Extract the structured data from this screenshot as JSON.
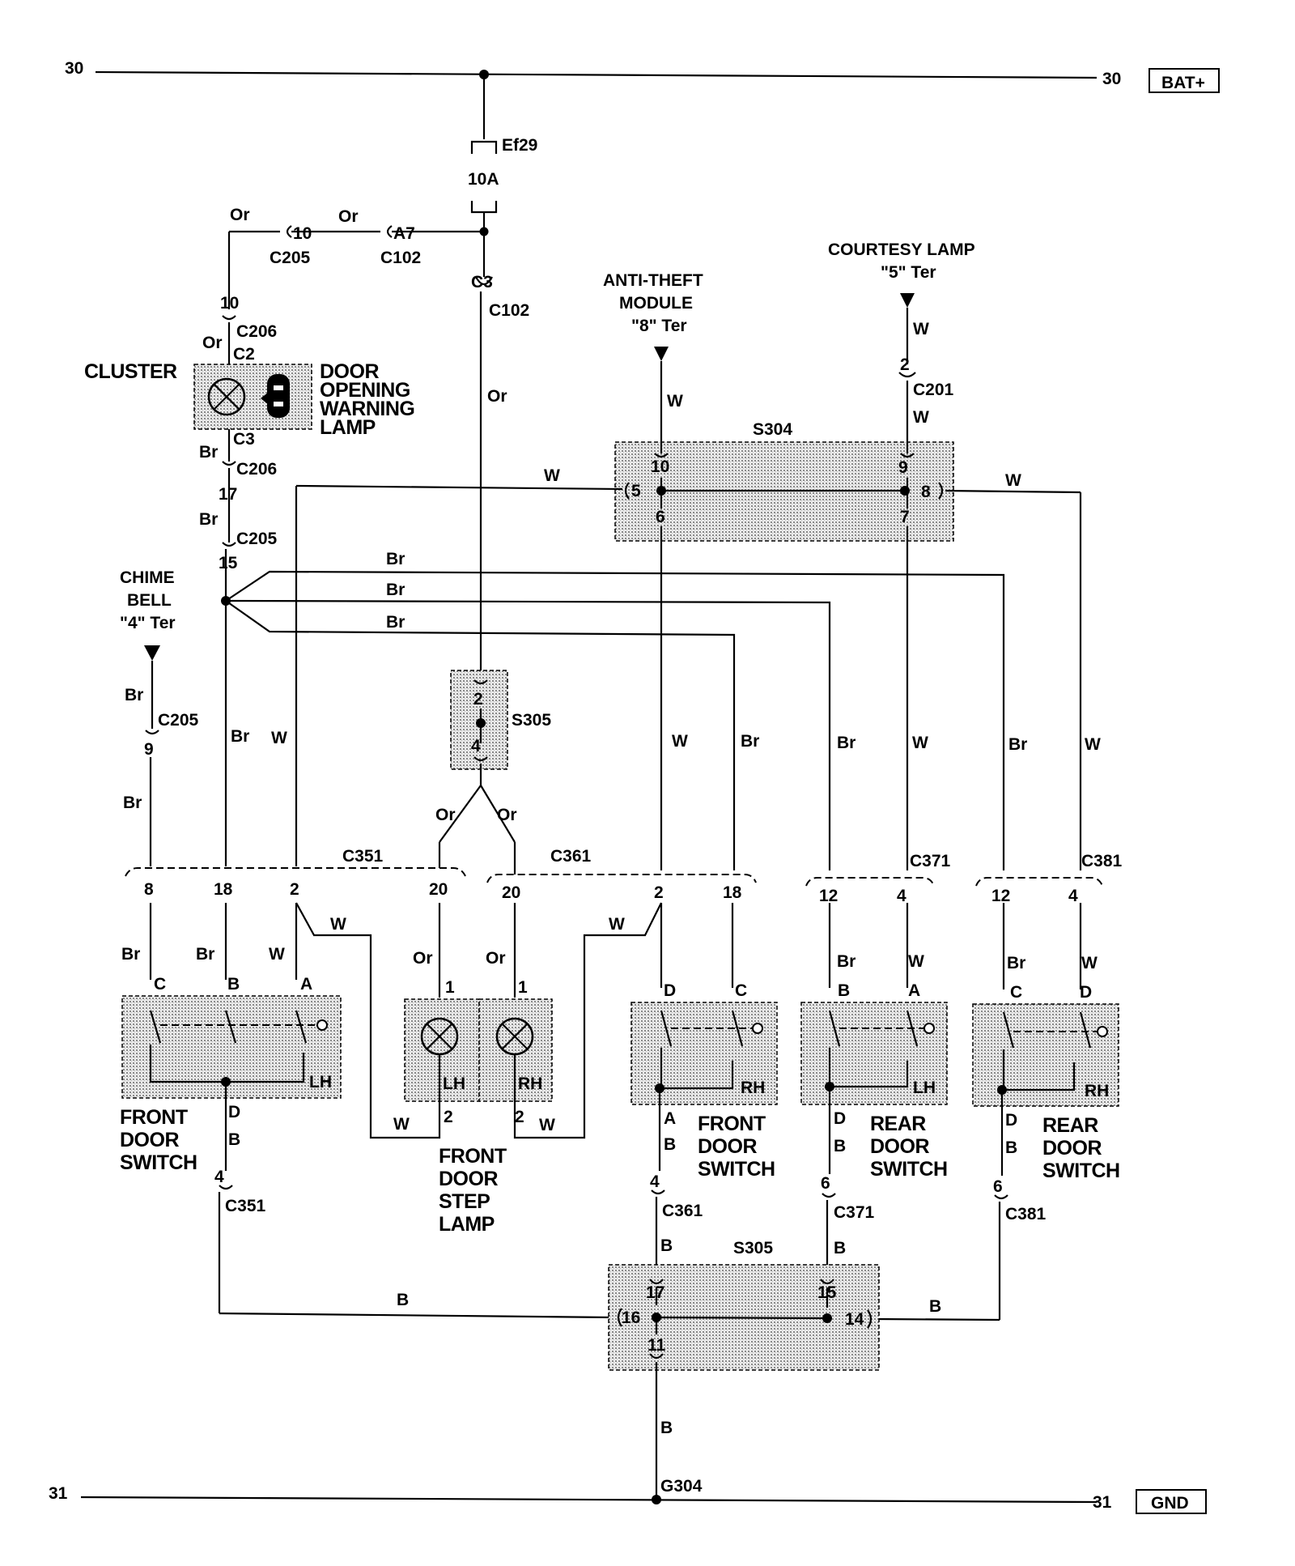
{
  "rails": {
    "bat_num_left": "30",
    "bat_num_right": "30",
    "bat_label": "BAT+",
    "gnd_num_left": "31",
    "gnd_num_right": "31",
    "gnd_label": "GND"
  },
  "fuse": {
    "name": "Ef29",
    "rating": "10A"
  },
  "connectors": {
    "c10": "10",
    "c205_a": "C205",
    "a7": "A7",
    "c102_a": "C102",
    "c3": "C3",
    "c102_b": "C102",
    "c206_pin10": "10",
    "c206_a": "C206",
    "c2": "C2",
    "c3_cluster": "C3",
    "c206_b": "C206",
    "c206_pin17": "17",
    "c205_b": "C205",
    "c205_pin15": "15",
    "c205_c": "C205",
    "c205_pin9": "9",
    "c201": "C201",
    "c201_pin2": "2",
    "c351": "C351",
    "c361": "C361",
    "c371": "C371",
    "c381": "C381",
    "c351_b": "C351",
    "c351_b_pin": "4",
    "c361_b": "C361",
    "c361_b_pin": "4",
    "c371_b": "C371",
    "c371_b_pin": "6",
    "c381_b": "C381",
    "c381_b_pin": "6"
  },
  "splices": {
    "s304": {
      "name": "S304",
      "p10": "10",
      "p5": "5",
      "p6": "6",
      "p9": "9",
      "p8": "8",
      "p7": "7"
    },
    "s305_upper": {
      "name": "S305",
      "p2": "2",
      "p4": "4"
    },
    "s305_lower": {
      "name": "S305",
      "p17": "17",
      "p16": "16",
      "p15": "15",
      "p14": "14",
      "p11": "11"
    }
  },
  "components": {
    "cluster": "CLUSTER",
    "warning_lamp": [
      "DOOR",
      "OPENING",
      "WARNING",
      "LAMP"
    ],
    "anti_theft": [
      "ANTI-THEFT",
      "MODULE",
      "\"8\" Ter"
    ],
    "courtesy": [
      "COURTESY LAMP",
      "\"5\" Ter"
    ],
    "chime": [
      "CHIME",
      "BELL",
      "\"4\" Ter"
    ],
    "front_door_switch_lh": [
      "FRONT",
      "DOOR",
      "SWITCH"
    ],
    "front_door_step_lamp": [
      "FRONT",
      "DOOR",
      "STEP",
      "LAMP"
    ],
    "front_door_switch_rh": [
      "FRONT",
      "DOOR",
      "SWITCH"
    ],
    "rear_door_switch_lh": [
      "REAR",
      "DOOR",
      "SWITCH"
    ],
    "rear_door_switch_rh": [
      "REAR",
      "DOOR",
      "SWITCH"
    ],
    "lh": "LH",
    "rh": "RH",
    "ground": "G304"
  },
  "pins": {
    "c351": [
      "8",
      "18",
      "2",
      "20"
    ],
    "c361": [
      "20",
      "2",
      "18"
    ],
    "c371": [
      "12",
      "4"
    ],
    "c381": [
      "12",
      "4"
    ],
    "lamp_top": "1",
    "lamp_bot": "2"
  },
  "terminals": {
    "fds_lh": [
      "C",
      "B",
      "A",
      "D",
      "B"
    ],
    "fds_rh": [
      "D",
      "C",
      "A",
      "B"
    ],
    "rds_lh": [
      "B",
      "A",
      "D",
      "B"
    ],
    "rds_rh": [
      "C",
      "D",
      "D",
      "B"
    ]
  },
  "wire_colors": {
    "or": "Or",
    "br": "Br",
    "w": "W",
    "b": "B"
  }
}
